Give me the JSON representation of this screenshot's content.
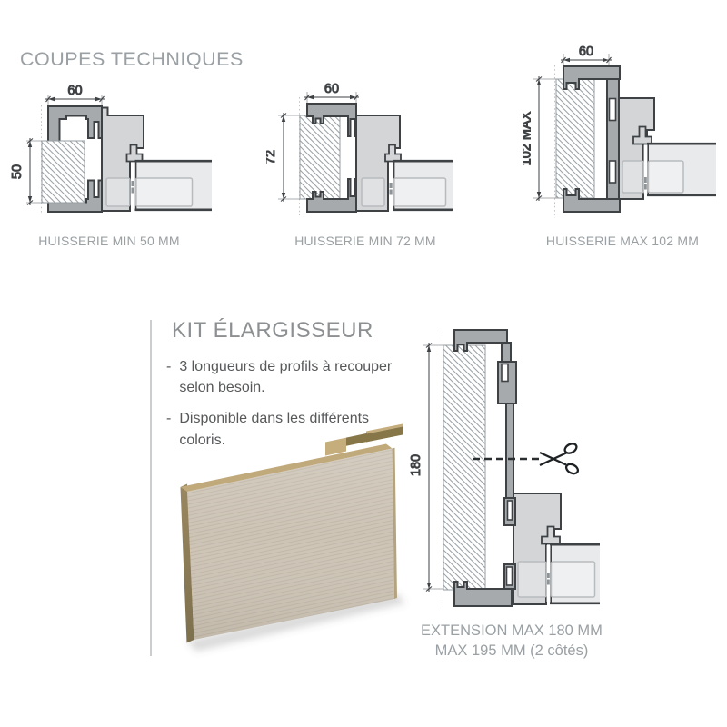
{
  "header": {
    "title": "COUPES TECHNIQUES"
  },
  "cuts": {
    "diagrams": [
      {
        "caption": "HUISSERIE MIN 50 MM",
        "dim_top": "60",
        "dim_side": "50"
      },
      {
        "caption": "HUISSERIE MIN 72 MM",
        "dim_top": "60",
        "dim_side": "72"
      },
      {
        "caption": "HUISSERIE MAX 102 MM",
        "dim_top": "60",
        "dim_side": "102 MAX"
      }
    ]
  },
  "kit": {
    "title": "KIT ÉLARGISSEUR",
    "bullets": [
      {
        "marker": "-",
        "text": "3 longueurs de profils à recouper selon besoin."
      },
      {
        "marker": "-",
        "text": "Disponible dans les différents coloris."
      }
    ],
    "diagram": {
      "dim_side": "180",
      "caption_line1": "EXTENSION MAX 180 MM",
      "caption_line2": "MAX 195 MM (2 côtés)"
    }
  },
  "colors": {
    "outline": "#3f4245",
    "profile_gray": "#a7aaad",
    "frame_body_gray": "#d3d5d7",
    "door_gray": "#e9eaeb",
    "text_gray": "#9aa0a3",
    "body_text": "#565859",
    "wood_face": "#cdc4b6",
    "wood_top": "#c0a97b",
    "wood_shadow_side": "#867648"
  }
}
